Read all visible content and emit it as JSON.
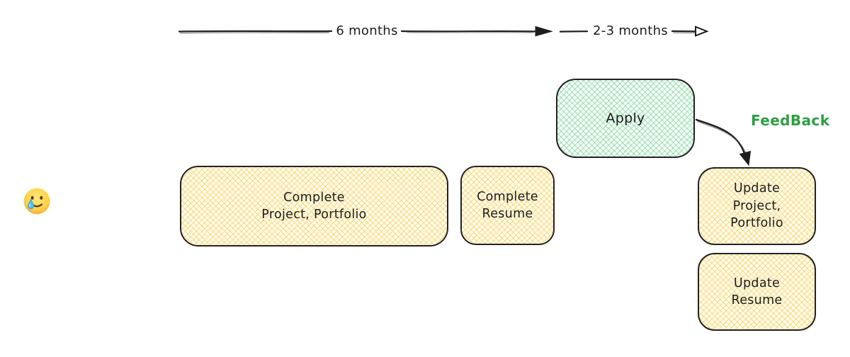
{
  "timeline": {
    "first_label": "6 months",
    "second_label": "2-3 months"
  },
  "nodes": {
    "apply": {
      "label": "Apply",
      "fill": "#b2f2bb"
    },
    "complete_project": {
      "line1": "Complete",
      "line2": "Project, Portfolio",
      "fill": "#ffec99"
    },
    "complete_resume": {
      "line1": "Complete",
      "line2": "Resume",
      "fill": "#ffec99"
    },
    "update_project": {
      "line1": "Update",
      "line2": "Project,",
      "line3": "Portfolio",
      "fill": "#ffec99"
    },
    "update_resume": {
      "line1": "Update",
      "line2": "Resume",
      "fill": "#ffec99"
    }
  },
  "labels": {
    "feedback": "FeedBack"
  },
  "icons": {
    "emoji": "smiling-face-with-tear-emoji"
  },
  "colors": {
    "stroke": "#1e1e1e",
    "yellow_fill": "#ffec99",
    "green_fill": "#b2f2bb",
    "feedback_text": "#2f9e44"
  }
}
